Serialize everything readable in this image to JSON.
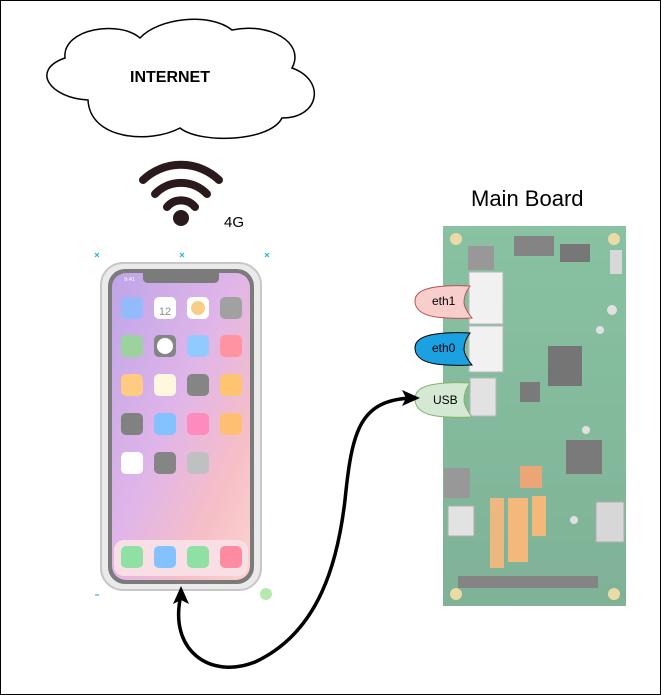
{
  "diagram": {
    "internet_label": "INTERNET",
    "cellular_label": "4G",
    "board_title": "Main Board",
    "ports": {
      "eth1": "eth1",
      "eth0": "eth0",
      "usb": "USB"
    },
    "phone": {
      "status_time": "9:41",
      "calendar_day": "12"
    }
  },
  "colors": {
    "eth1_port": "#f8cecc",
    "eth0_port": "#1ba1e2",
    "usb_port": "#d5e8d4",
    "board": "#2f8f5a",
    "cable": "#000000"
  },
  "icons": [
    "cloud-icon",
    "wifi-icon",
    "smartphone-icon",
    "circuit-board-icon",
    "cable-arrow-icon"
  ]
}
